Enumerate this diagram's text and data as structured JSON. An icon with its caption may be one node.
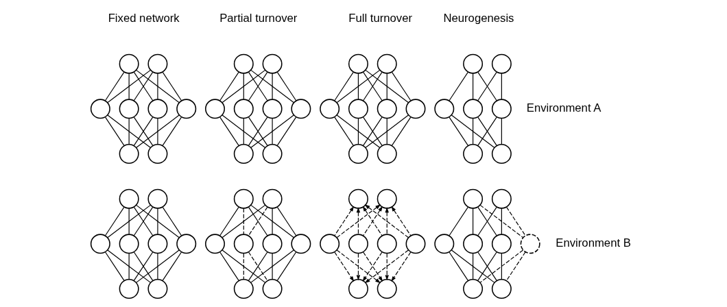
{
  "diagram": {
    "nodes": [
      {
        "text": [],
        "shape": "circle"
      },
      {
        "text": [],
        "shape": "circle"
      },
      {
        "text": [],
        "shape": "circle"
      },
      {
        "text": [],
        "shape": "circle"
      },
      {
        "text": [],
        "shape": "circle"
      },
      {
        "text": [],
        "shape": "circle"
      },
      {
        "text": [],
        "shape": "circle"
      },
      {
        "text": [],
        "shape": "circle"
      },
      {
        "text": [],
        "shape": "circle"
      },
      {
        "text": [],
        "shape": "circle"
      },
      {
        "text": [],
        "shape": "circle"
      },
      {
        "text": [],
        "shape": "circle"
      },
      {
        "text": [],
        "shape": "circle"
      },
      {
        "text": [],
        "shape": "circle"
      },
      {
        "text": [],
        "shape": "circle"
      },
      {
        "text": [],
        "shape": "circle"
      },
      {
        "text": [],
        "shape": "circle"
      },
      {
        "text": [],
        "shape": "circle"
      },
      {
        "text": [],
        "shape": "circle"
      },
      {
        "text": [],
        "shape": "circle"
      },
      {
        "text": [],
        "shape": "circle"
      },
      {
        "text": [],
        "shape": "circle"
      },
      {
        "text": [],
        "shape": "circle"
      },
      {
        "text": [],
        "shape": "circle"
      },
      {
        "text": [],
        "shape": "circle"
      },
      {
        "text": [],
        "shape": "circle"
      },
      {
        "text": [],
        "shape": "circle"
      },
      {
        "text": [],
        "shape": "circle"
      },
      {
        "text": [],
        "shape": "circle"
      },
      {
        "text": [],
        "shape": "circle"
      },
      {
        "text": [],
        "shape": "circle"
      },
      {
        "text": [],
        "shape": "circle"
      },
      {
        "text": [],
        "shape": "circle"
      },
      {
        "text": [],
        "shape": "circle"
      },
      {
        "text": [],
        "shape": "circle"
      },
      {
        "text": [],
        "shape": "circle"
      },
      {
        "text": [],
        "shape": "circle"
      },
      {
        "text": [],
        "shape": "circle"
      },
      {
        "text": [],
        "shape": "circle"
      },
      {
        "text": [],
        "shape": "circle"
      },
      {
        "text": [],
        "shape": "circle"
      },
      {
        "text": [],
        "shape": "circle"
      },
      {
        "text": [],
        "shape": "circle"
      },
      {
        "text": [],
        "shape": "circle"
      },
      {
        "text": [],
        "shape": "circle"
      },
      {
        "text": [],
        "shape": "circle"
      },
      {
        "text": [],
        "shape": "circle"
      },
      {
        "text": [],
        "shape": "circle"
      },
      {
        "text": [],
        "shape": "circle"
      },
      {
        "text": [],
        "shape": "circle"
      },
      {
        "text": [],
        "shape": "circle"
      },
      {
        "text": [],
        "shape": "circle"
      },
      {
        "text": [],
        "shape": "circle"
      },
      {
        "text": [],
        "shape": "circle"
      },
      {
        "text": [],
        "shape": "circle"
      },
      {
        "text": [],
        "shape": "circle"
      },
      {
        "text": [],
        "shape": "circle"
      },
      {
        "text": [],
        "shape": "circle"
      },
      {
        "text": [],
        "shape": "circle"
      },
      {
        "text": [],
        "shape": "circle"
      },
      {
        "text": [],
        "shape": "circle"
      },
      {
        "text": [],
        "shape": "circle"
      },
      {
        "text": [],
        "shape": "circle"
      }
    ],
    "edges": [
      {
        "from": 0,
        "to": 2,
        "arrow": "none"
      },
      {
        "from": 0,
        "to": 3,
        "arrow": "none"
      },
      {
        "from": 0,
        "to": 4,
        "arrow": "none"
      },
      {
        "from": 0,
        "to": 5,
        "arrow": "none"
      },
      {
        "from": 1,
        "to": 2,
        "arrow": "none"
      },
      {
        "from": 1,
        "to": 3,
        "arrow": "none"
      },
      {
        "from": 1,
        "to": 4,
        "arrow": "none"
      },
      {
        "from": 1,
        "to": 5,
        "arrow": "none"
      },
      {
        "from": 2,
        "to": 6,
        "arrow": "none"
      },
      {
        "from": 2,
        "to": 7,
        "arrow": "none"
      },
      {
        "from": 3,
        "to": 6,
        "arrow": "none"
      },
      {
        "from": 3,
        "to": 7,
        "arrow": "none"
      },
      {
        "from": 4,
        "to": 6,
        "arrow": "none"
      },
      {
        "from": 4,
        "to": 7,
        "arrow": "none"
      },
      {
        "from": 5,
        "to": 6,
        "arrow": "none"
      },
      {
        "from": 5,
        "to": 7,
        "arrow": "none"
      },
      {
        "from": 8,
        "to": 10,
        "arrow": "none"
      },
      {
        "from": 8,
        "to": 11,
        "arrow": "none"
      },
      {
        "from": 8,
        "to": 12,
        "arrow": "none"
      },
      {
        "from": 8,
        "to": 13,
        "arrow": "none"
      },
      {
        "from": 9,
        "to": 10,
        "arrow": "none"
      },
      {
        "from": 9,
        "to": 11,
        "arrow": "none"
      },
      {
        "from": 9,
        "to": 12,
        "arrow": "none"
      },
      {
        "from": 9,
        "to": 13,
        "arrow": "none"
      },
      {
        "from": 10,
        "to": 14,
        "arrow": "none"
      },
      {
        "from": 10,
        "to": 15,
        "arrow": "none"
      },
      {
        "from": 11,
        "to": 14,
        "arrow": "none"
      },
      {
        "from": 11,
        "to": 15,
        "arrow": "none"
      },
      {
        "from": 12,
        "to": 14,
        "arrow": "none"
      },
      {
        "from": 12,
        "to": 15,
        "arrow": "none"
      },
      {
        "from": 13,
        "to": 14,
        "arrow": "none"
      },
      {
        "from": 13,
        "to": 15,
        "arrow": "none"
      },
      {
        "from": 16,
        "to": 18,
        "arrow": "none"
      },
      {
        "from": 16,
        "to": 19,
        "arrow": "none"
      },
      {
        "from": 16,
        "to": 20,
        "arrow": "none"
      },
      {
        "from": 16,
        "to": 21,
        "arrow": "none"
      },
      {
        "from": 17,
        "to": 18,
        "arrow": "none"
      },
      {
        "from": 17,
        "to": 19,
        "arrow": "none"
      },
      {
        "from": 17,
        "to": 20,
        "arrow": "none"
      },
      {
        "from": 17,
        "to": 21,
        "arrow": "none"
      },
      {
        "from": 18,
        "to": 22,
        "arrow": "none"
      },
      {
        "from": 18,
        "to": 23,
        "arrow": "none"
      },
      {
        "from": 19,
        "to": 22,
        "arrow": "none"
      },
      {
        "from": 19,
        "to": 23,
        "arrow": "none"
      },
      {
        "from": 20,
        "to": 22,
        "arrow": "none"
      },
      {
        "from": 20,
        "to": 23,
        "arrow": "none"
      },
      {
        "from": 21,
        "to": 22,
        "arrow": "none"
      },
      {
        "from": 21,
        "to": 23,
        "arrow": "none"
      },
      {
        "from": 24,
        "to": 26,
        "arrow": "none"
      },
      {
        "from": 24,
        "to": 27,
        "arrow": "none"
      },
      {
        "from": 24,
        "to": 28,
        "arrow": "none"
      },
      {
        "from": 25,
        "to": 27,
        "arrow": "none"
      },
      {
        "from": 25,
        "to": 28,
        "arrow": "none"
      },
      {
        "from": 26,
        "to": 29,
        "arrow": "none"
      },
      {
        "from": 26,
        "to": 30,
        "arrow": "none"
      },
      {
        "from": 27,
        "to": 29,
        "arrow": "none"
      },
      {
        "from": 27,
        "to": 30,
        "arrow": "none"
      },
      {
        "from": 28,
        "to": 29,
        "arrow": "none"
      },
      {
        "from": 28,
        "to": 30,
        "arrow": "none"
      },
      {
        "from": 31,
        "to": 33,
        "arrow": "none"
      },
      {
        "from": 31,
        "to": 34,
        "arrow": "none"
      },
      {
        "from": 31,
        "to": 35,
        "arrow": "none"
      },
      {
        "from": 31,
        "to": 36,
        "arrow": "none"
      },
      {
        "from": 32,
        "to": 33,
        "arrow": "none"
      },
      {
        "from": 32,
        "to": 34,
        "arrow": "none"
      },
      {
        "from": 32,
        "to": 35,
        "arrow": "none"
      },
      {
        "from": 32,
        "to": 36,
        "arrow": "none"
      },
      {
        "from": 33,
        "to": 37,
        "arrow": "none"
      },
      {
        "from": 33,
        "to": 38,
        "arrow": "none"
      },
      {
        "from": 34,
        "to": 37,
        "arrow": "none"
      },
      {
        "from": 34,
        "to": 38,
        "arrow": "none"
      },
      {
        "from": 35,
        "to": 37,
        "arrow": "none"
      },
      {
        "from": 35,
        "to": 38,
        "arrow": "none"
      },
      {
        "from": 36,
        "to": 37,
        "arrow": "none"
      },
      {
        "from": 36,
        "to": 38,
        "arrow": "none"
      },
      {
        "from": 39,
        "to": 41,
        "arrow": "none"
      },
      {
        "from": 39,
        "to": 42,
        "arrow": "none"
      },
      {
        "from": 39,
        "to": 43,
        "arrow": "none"
      },
      {
        "from": 39,
        "to": 44,
        "arrow": "none",
        "style": "dashed"
      },
      {
        "from": 40,
        "to": 41,
        "arrow": "none"
      },
      {
        "from": 40,
        "to": 42,
        "arrow": "none"
      },
      {
        "from": 40,
        "to": 43,
        "arrow": "none"
      },
      {
        "from": 40,
        "to": 44,
        "arrow": "none",
        "style": "dashed"
      },
      {
        "from": 41,
        "to": 45,
        "arrow": "none"
      },
      {
        "from": 41,
        "to": 46,
        "arrow": "none"
      },
      {
        "from": 42,
        "to": 45,
        "arrow": "none"
      },
      {
        "from": 42,
        "to": 46,
        "arrow": "none"
      },
      {
        "from": 43,
        "to": 45,
        "arrow": "none"
      },
      {
        "from": 43,
        "to": 46,
        "arrow": "none"
      },
      {
        "from": 44,
        "to": 45,
        "arrow": "none",
        "style": "dashed"
      },
      {
        "from": 44,
        "to": 46,
        "arrow": "none",
        "style": "dashed"
      },
      {
        "from": 49,
        "to": 47,
        "arrow": "to",
        "style": "dashed"
      },
      {
        "from": 50,
        "to": 47,
        "arrow": "to",
        "style": "dashed"
      },
      {
        "from": 51,
        "to": 47,
        "arrow": "to",
        "style": "dashed"
      },
      {
        "from": 52,
        "to": 47,
        "arrow": "to",
        "style": "dashed"
      },
      {
        "from": 49,
        "to": 48,
        "arrow": "to",
        "style": "dashed"
      },
      {
        "from": 50,
        "to": 48,
        "arrow": "to",
        "style": "dashed"
      },
      {
        "from": 51,
        "to": 48,
        "arrow": "to",
        "style": "dashed"
      },
      {
        "from": 52,
        "to": 48,
        "arrow": "to",
        "style": "dashed"
      },
      {
        "from": 49,
        "to": 53,
        "arrow": "to",
        "style": "dashed"
      },
      {
        "from": 49,
        "to": 54,
        "arrow": "to",
        "style": "dashed"
      },
      {
        "from": 50,
        "to": 53,
        "arrow": "to",
        "style": "dashed"
      },
      {
        "from": 50,
        "to": 54,
        "arrow": "to",
        "style": "dashed"
      },
      {
        "from": 51,
        "to": 53,
        "arrow": "to",
        "style": "dashed"
      },
      {
        "from": 51,
        "to": 54,
        "arrow": "to",
        "style": "dashed"
      },
      {
        "from": 52,
        "to": 53,
        "arrow": "to",
        "style": "dashed"
      },
      {
        "from": 52,
        "to": 54,
        "arrow": "to",
        "style": "dashed"
      },
      {
        "from": 55,
        "to": 57,
        "arrow": "none"
      },
      {
        "from": 55,
        "to": 58,
        "arrow": "none"
      },
      {
        "from": 55,
        "to": 59,
        "arrow": "none"
      },
      {
        "from": 55,
        "to": 60,
        "arrow": "none",
        "style": "dashed"
      },
      {
        "from": 56,
        "to": 58,
        "arrow": "none"
      },
      {
        "from": 56,
        "to": 59,
        "arrow": "none"
      },
      {
        "from": 56,
        "to": 60,
        "arrow": "none",
        "style": "dashed"
      },
      {
        "from": 57,
        "to": 61,
        "arrow": "none"
      },
      {
        "from": 57,
        "to": 62,
        "arrow": "none"
      },
      {
        "from": 58,
        "to": 61,
        "arrow": "none"
      },
      {
        "from": 58,
        "to": 62,
        "arrow": "none"
      },
      {
        "from": 59,
        "to": 61,
        "arrow": "none"
      },
      {
        "from": 59,
        "to": 62,
        "arrow": "none"
      },
      {
        "from": 60,
        "to": 61,
        "arrow": "none",
        "style": "dashed"
      },
      {
        "from": 60,
        "to": 62,
        "arrow": "none",
        "style": "dashed"
      }
    ],
    "labels": [
      "Fixed network",
      "Partial turnover",
      "Full turnover",
      "Neurogenesis",
      "Environment A",
      "Environment B"
    ]
  }
}
